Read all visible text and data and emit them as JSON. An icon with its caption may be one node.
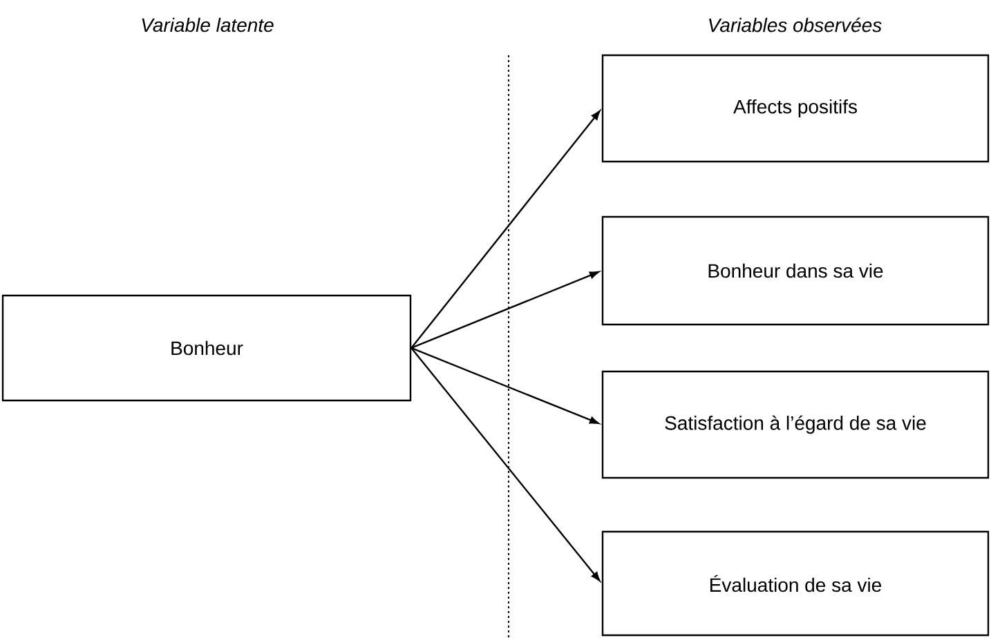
{
  "diagram": {
    "nodes": [
      {
        "text": [
          "Bonheur"
        ]
      },
      {
        "text": [
          "Affects positifs"
        ]
      },
      {
        "text": [
          "Bonheur dans sa vie"
        ]
      },
      {
        "text": [
          "Satisfaction à l’égard de sa vie"
        ]
      },
      {
        "text": [
          "Évaluation de sa vie"
        ]
      }
    ],
    "edges": [
      {
        "from": 0,
        "to": 1,
        "arrow": "to"
      },
      {
        "from": 0,
        "to": 2,
        "arrow": "to"
      },
      {
        "from": 0,
        "to": 3,
        "arrow": "to"
      },
      {
        "from": 0,
        "to": 4,
        "arrow": "to"
      }
    ],
    "labels": [
      "Variable latente",
      "Variables observées"
    ]
  }
}
